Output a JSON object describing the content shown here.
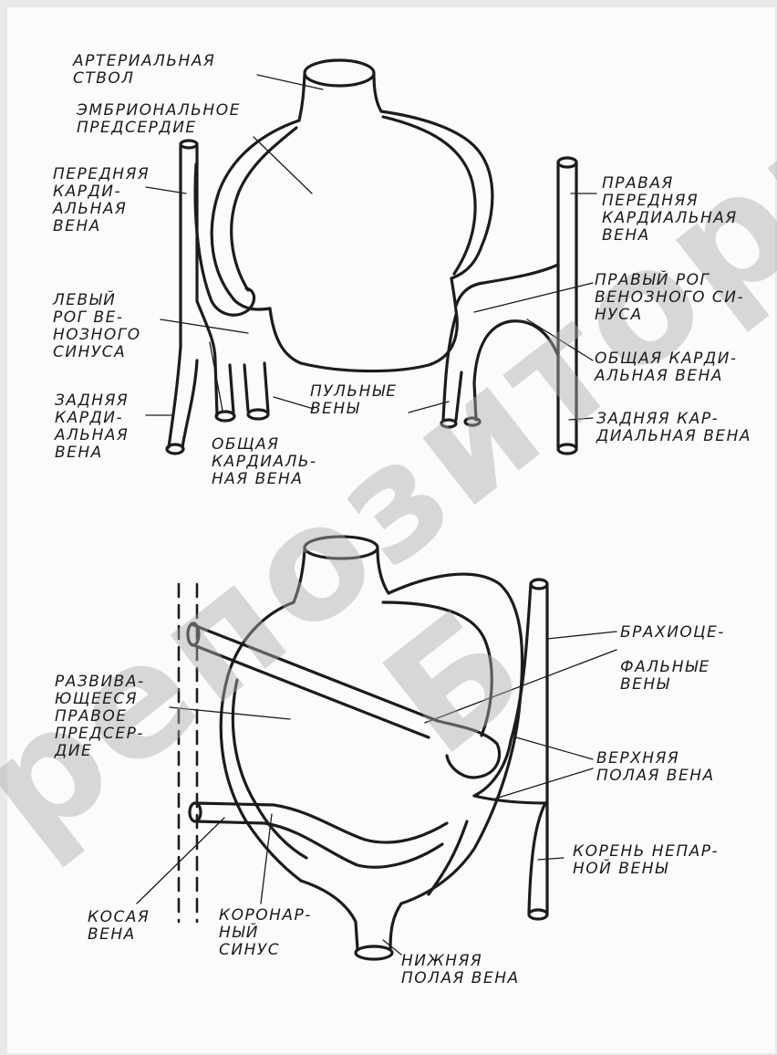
{
  "colors": {
    "ink": "#1c1c1c",
    "paper": "#fbfbfb",
    "watermark": "#b0b0b0"
  },
  "watermark": "репозиторий Б",
  "top_figure": {
    "labels": {
      "arterial_trunk": "АРТЕРИАЛЬНАЯ\n          СТВОЛ",
      "embryonic_atrium": "ЭМБРИОНАЛЬНОЕ\n  ПРЕДСЕРДИЕ",
      "anterior_cardinal_vein": "ПЕРЕДНЯЯ\nКАРДИ-\nАЛЬНАЯ\nВЕНА",
      "left_horn_sinus": "ЛЕВЫЙ\nРОГ ВЕ-\nНОЗНОГО\nСИНУСА",
      "posterior_cardinal_vein_left": "ЗАДНЯЯ\nКАРДИ-\nАЛЬНАЯ\nВЕНА",
      "common_cardinal_vein_left": "ОБЩАЯ\nКАРДИАЛЬ-\nНАЯ ВЕНА",
      "pulmonary_veins": "ПУЛЬНЫЕ\n  ВЕНЫ",
      "right_anterior_cardinal_vein": "ПРАВАЯ\nПЕРЕДНЯЯ\nКАРДИАЛЬНАЯ\nВЕНА",
      "right_horn_sinus": "ПРАВЫЙ РОГ\nВЕНОЗНОГО СИ-\nНУСА",
      "common_cardinal_vein_right": "ОБЩАЯ КАРДИ-\nАЛЬНАЯ ВЕНА",
      "posterior_cardinal_vein_right": "ЗАДНЯЯ КАР-\nДИАЛЬНАЯ ВЕНА"
    }
  },
  "bottom_figure": {
    "labels": {
      "developing_right_atrium": "РАЗВИВА-\nЮЩЕЕСЯ\nПРАВОЕ\nПРЕДСЕР-\nДИЕ",
      "brachiocephalic_veins": "БРАХИОЦЕ-\n\nФАЛЬНЫЕ\nВЕНЫ",
      "superior_vena_cava": "ВЕРХНЯЯ\nПОЛАЯ ВЕНА",
      "azygos_vein_root": "КОРЕНЬ НЕПАР-\nНОЙ ВЕНЫ",
      "oblique_vein": "КОСАЯ\nВЕНА",
      "coronary_sinus": "КОРОНАР-\nНЫЙ\nСИНУС",
      "inferior_vena_cava": "НИЖНЯЯ\nПОЛАЯ ВЕНА"
    }
  }
}
